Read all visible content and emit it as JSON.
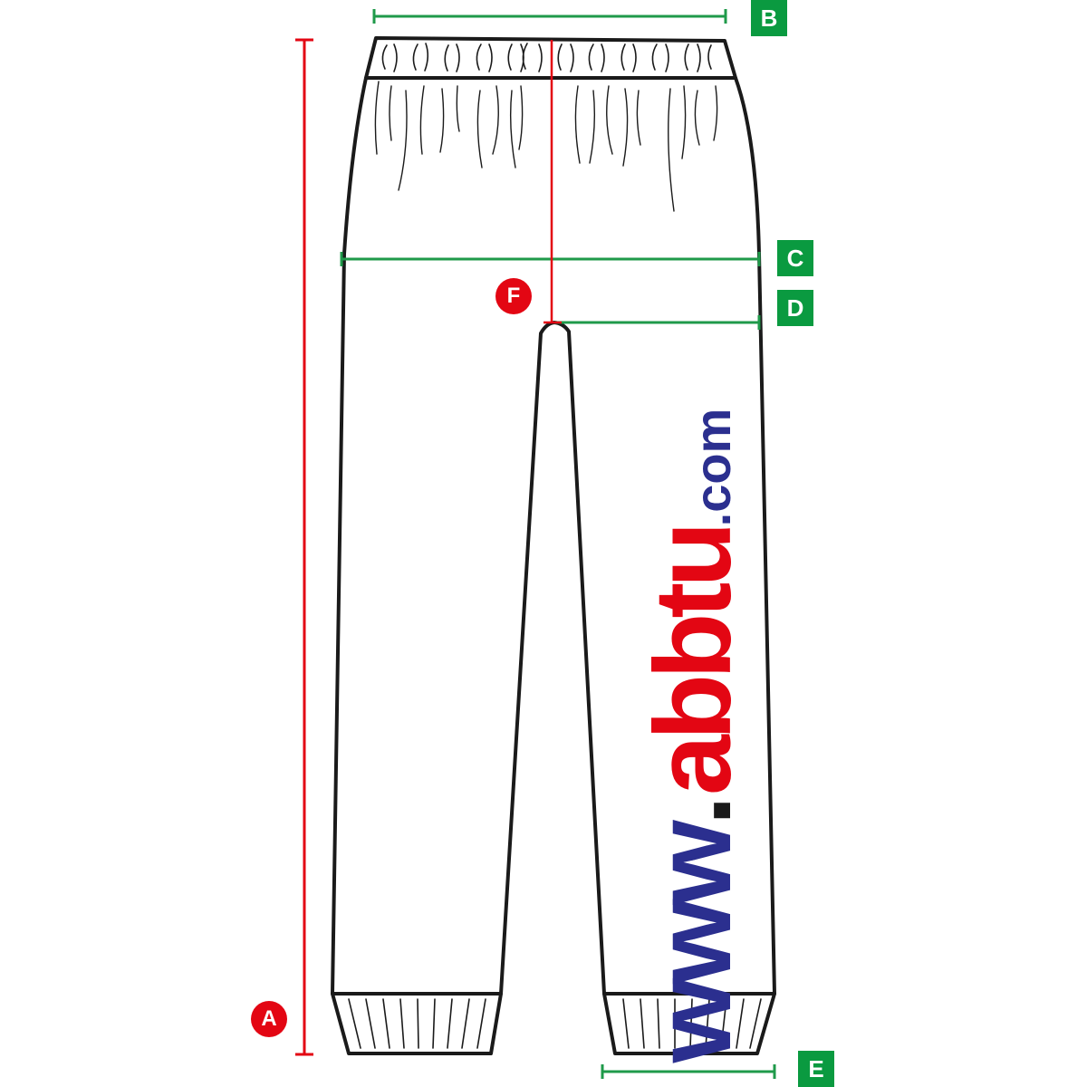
{
  "colors": {
    "outline": "#1a1a1a",
    "measure_green": "#1f9a4a",
    "measure_red": "#e30613",
    "label_green_bg": "#0a9a40",
    "label_red_bg": "#e30613",
    "watermark_blue": "#2b2f8f",
    "watermark_red": "#e30613",
    "watermark_dark": "#1a1a1a"
  },
  "labels": {
    "A": "A",
    "B": "B",
    "C": "C",
    "D": "D",
    "E": "E",
    "F": "F"
  },
  "watermark": {
    "prefix": "www",
    "dot": ".",
    "brand": "abbtu",
    "tld": ".com"
  },
  "icons": {
    "garment": "pants-outline-icon"
  }
}
